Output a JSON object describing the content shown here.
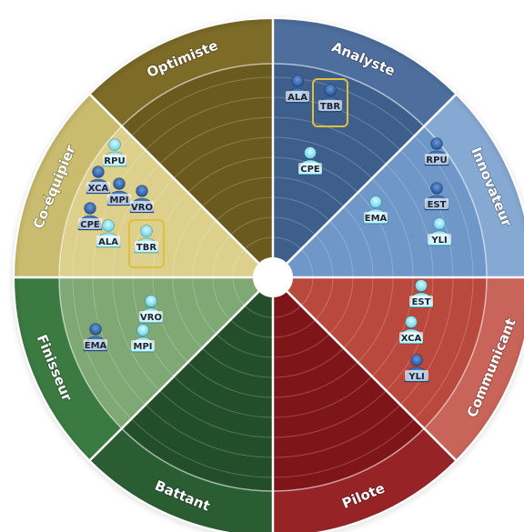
{
  "segments": [
    {
      "key": "analyste",
      "label": "Analyste",
      "outer": "#4e6f9d",
      "inner": "#3e5f8c"
    },
    {
      "key": "innovateur",
      "label": "Innovateur",
      "outer": "#86a9d4",
      "inner": "#6f97c7"
    },
    {
      "key": "communicant",
      "label": "Communicant",
      "outer": "#c86459",
      "inner": "#b9483d"
    },
    {
      "key": "pilote",
      "label": "Pilote",
      "outer": "#962427",
      "inner": "#7e1619"
    },
    {
      "key": "battant",
      "label": "Battant",
      "outer": "#2b5d33",
      "inner": "#224f2a"
    },
    {
      "key": "finisseur",
      "label": "Finisseur",
      "outer": "#3b7a40",
      "inner": "#7fa874"
    },
    {
      "key": "co-equipier",
      "label": "Co-équipier",
      "outer": "#c9bc6e",
      "inner": "#ddd08c"
    },
    {
      "key": "optimiste",
      "label": "Optimiste",
      "outer": "#7d6b28",
      "inner": "#6b5a1d"
    }
  ],
  "people": [
    {
      "code": "ALA",
      "segment": "analyste",
      "highlight": false,
      "style": "dark"
    },
    {
      "code": "TBR",
      "segment": "analyste",
      "highlight": true,
      "style": "dark"
    },
    {
      "code": "CPE",
      "segment": "analyste",
      "highlight": false,
      "style": "light"
    },
    {
      "code": "RPU",
      "segment": "innovateur",
      "highlight": false,
      "style": "dark"
    },
    {
      "code": "EST",
      "segment": "innovateur",
      "highlight": false,
      "style": "dark"
    },
    {
      "code": "EMA",
      "segment": "innovateur",
      "highlight": false,
      "style": "light"
    },
    {
      "code": "YLI",
      "segment": "innovateur",
      "highlight": false,
      "style": "light"
    },
    {
      "code": "EST",
      "segment": "communicant",
      "highlight": false,
      "style": "light"
    },
    {
      "code": "XCA",
      "segment": "communicant",
      "highlight": false,
      "style": "light"
    },
    {
      "code": "YLI",
      "segment": "communicant",
      "highlight": false,
      "style": "dark"
    },
    {
      "code": "RPU",
      "segment": "co-equipier",
      "highlight": false,
      "style": "light"
    },
    {
      "code": "XCA",
      "segment": "co-equipier",
      "highlight": false,
      "style": "dark"
    },
    {
      "code": "MPI",
      "segment": "co-equipier",
      "highlight": false,
      "style": "dark"
    },
    {
      "code": "VRO",
      "segment": "co-equipier",
      "highlight": false,
      "style": "dark"
    },
    {
      "code": "CPE",
      "segment": "co-equipier",
      "highlight": false,
      "style": "dark"
    },
    {
      "code": "ALA",
      "segment": "co-equipier",
      "highlight": false,
      "style": "light"
    },
    {
      "code": "TBR",
      "segment": "co-equipier",
      "highlight": true,
      "style": "light"
    },
    {
      "code": "VRO",
      "segment": "finisseur",
      "highlight": false,
      "style": "light"
    },
    {
      "code": "EMA",
      "segment": "finisseur",
      "highlight": false,
      "style": "dark"
    },
    {
      "code": "MPI",
      "segment": "finisseur",
      "highlight": false,
      "style": "light"
    }
  ]
}
